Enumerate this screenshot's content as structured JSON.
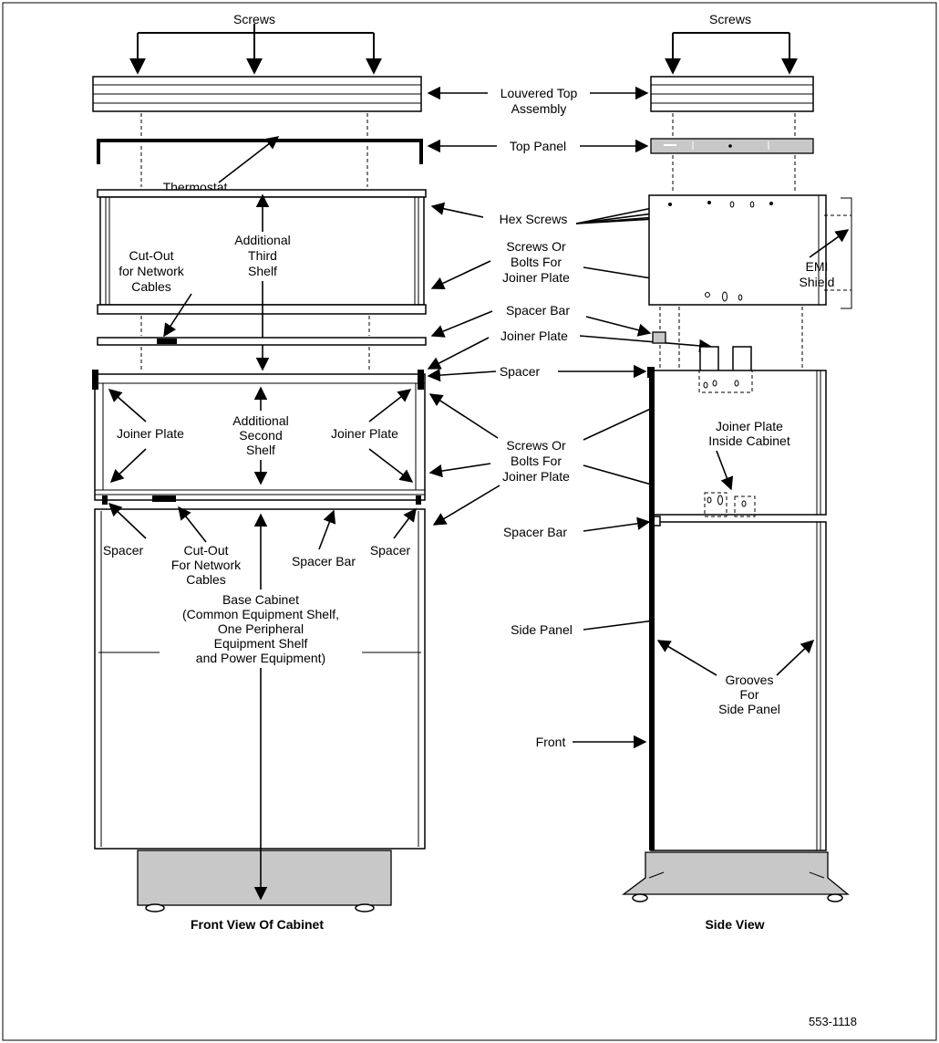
{
  "front": {
    "screws": "Screws",
    "thermostat": "Thermostat",
    "cutout_top": [
      "Cut-Out",
      "for Network",
      "Cables"
    ],
    "third_shelf": [
      "Additional",
      "Third",
      "Shelf"
    ],
    "second_shelf": [
      "Additional",
      "Second",
      "Shelf"
    ],
    "joiner_left": "Joiner Plate",
    "joiner_right": "Joiner Plate",
    "spacer_left": "Spacer",
    "spacer_right": "Spacer",
    "cutout_bottom": [
      "Cut-Out",
      "For Network",
      "Cables"
    ],
    "spacer_bar": "Spacer Bar",
    "base_cabinet": [
      "Base Cabinet",
      "(Common Equipment Shelf,",
      "One Peripheral",
      "Equipment Shelf",
      "and Power Equipment)"
    ],
    "title": "Front View Of Cabinet"
  },
  "middle": {
    "louvered": [
      "Louvered Top",
      "Assembly"
    ],
    "top_panel": "Top Panel",
    "hex_screws": "Hex Screws",
    "screws_bolts_1": [
      "Screws Or",
      "Bolts For",
      "Joiner Plate"
    ],
    "spacer_bar": "Spacer Bar",
    "joiner_plate": "Joiner Plate",
    "spacer": "Spacer",
    "screws_bolts_2": [
      "Screws Or",
      "Bolts For",
      "Joiner Plate"
    ],
    "spacer_bar_2": "Spacer Bar",
    "side_panel": "Side Panel",
    "front": "Front"
  },
  "side": {
    "screws": "Screws",
    "emi": [
      "EMI",
      "Shield"
    ],
    "joiner_inside": [
      "Joiner Plate",
      "Inside Cabinet"
    ],
    "grooves": [
      "Grooves",
      "For",
      "Side Panel"
    ],
    "title": "Side View"
  },
  "figure_number": "553-1118"
}
